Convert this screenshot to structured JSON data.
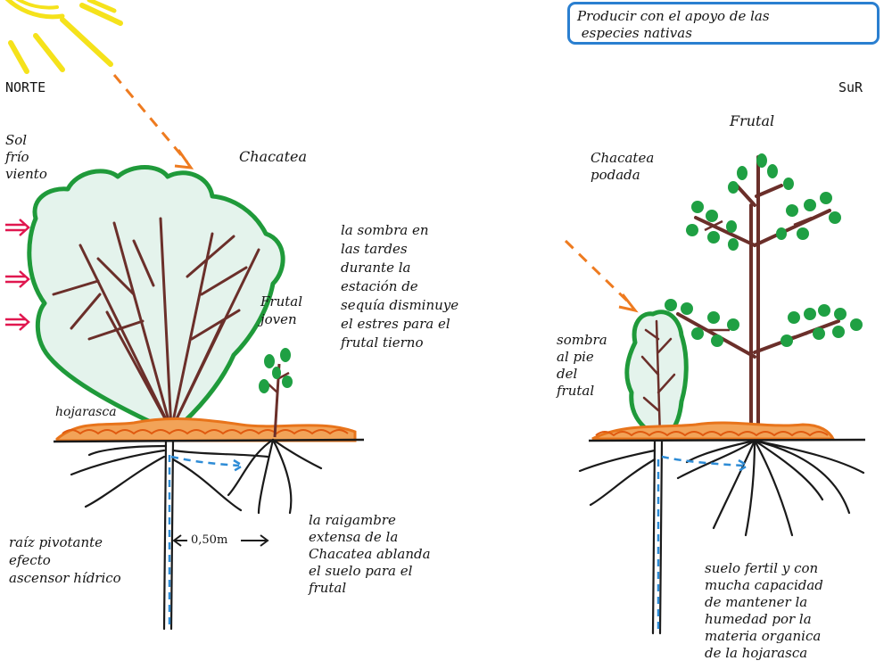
{
  "title": "Producir con el apoyo de las\n especies nativas",
  "compass": {
    "north": "NORTE",
    "south": "SuR"
  },
  "left_scene": {
    "sun_wind_label": "Sol\nfrío\nviento",
    "bush_label": "Chacatea",
    "young_fruit_label": "Frutal\njoven",
    "shade_note": "la sombra en\nlas tardes\ndurante la\nestación de\nsequía disminuye\nel estres para el\nfrutal tierno",
    "litter_label": "hojarasca",
    "distance_label": "0,50m",
    "taproot_note": "raíz pivotante\nefecto\nascensor hídrico",
    "roots_note": "la raigambre\nextensa de la\nChacatea ablanda\nel suelo para el\nfrutal"
  },
  "right_scene": {
    "fruit_label": "Frutal",
    "pruned_label": "Chacatea\npodada",
    "foot_shade_label": "sombra\nal pie\ndel\nfrutal",
    "soil_note": "suelo fertil y con\nmucha capacidad\nde mantener la\nhumedad por la\nmateria organica\nde la hojarasca"
  },
  "colors": {
    "sun": "#f5e21b",
    "arrow_orange": "#ee7b20",
    "bush_outline": "#1f9a3a",
    "bush_fill": "#e4f3ec",
    "branch": "#6b2f2a",
    "leaf": "#1fa043",
    "litter": "#e8741b",
    "ground": "#1a1a1a",
    "water": "#2e8cd6",
    "wind_arrow": "#e0174f",
    "title_border": "#2a7fd0"
  }
}
